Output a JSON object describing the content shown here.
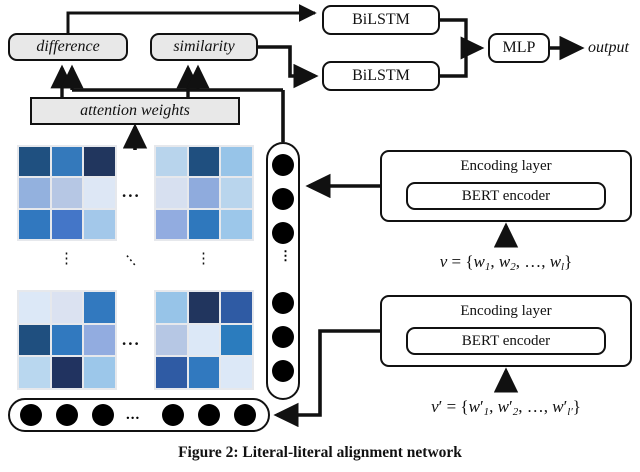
{
  "figure": {
    "caption": "Figure 2: Literal-literal alignment network"
  },
  "nodes": {
    "difference": "difference",
    "similarity": "similarity",
    "attention_weights": "attention weights",
    "bilstm_top": "BiLSTM",
    "bilstm_bottom": "BiLSTM",
    "mlp": "MLP",
    "output": "output"
  },
  "encoders": [
    {
      "title": "Encoding layer",
      "inner": "BERT encoder"
    },
    {
      "title": "Encoding layer",
      "inner": "BERT encoder"
    }
  ],
  "formulas": {
    "top": "v = {w1, w2, …, wl}",
    "bottom": "v' = {w'1, w'2, …, w'l'}"
  },
  "ellipses": {
    "horizontal": "...",
    "vertical": "⋮",
    "diagonal": "⋱",
    "capsule": "..."
  },
  "colors": {
    "box_fill_gray": "#e8e8e8",
    "box_fill_white": "#ffffff",
    "stroke": "#111111",
    "grid_gap": "#e6e8ec"
  },
  "chart_data": {
    "type": "heatmap",
    "title": "attention weight matrices",
    "note": "Four 3x3 attention heat-map tiles (blue colormap) arranged in a 2x2 layout with ellipses indicating repetition.",
    "grids": [
      {
        "name": "top-left",
        "cells": [
          [
            "#1f5080",
            "#3479bb",
            "#21365e"
          ],
          [
            "#93b1de",
            "#b6c7e4",
            "#dde7f5"
          ],
          [
            "#3178bf",
            "#4476c8",
            "#a3c8ea"
          ]
        ]
      },
      {
        "name": "top-right",
        "cells": [
          [
            "#b8d4ec",
            "#1f4f7f",
            "#97c4e8"
          ],
          [
            "#d7e0f0",
            "#8fabdd",
            "#b9d5ed"
          ],
          [
            "#92ace0",
            "#2f78bd",
            "#9cc7ea"
          ]
        ]
      },
      {
        "name": "bottom-left",
        "cells": [
          [
            "#dce8f7",
            "#dbe2f1",
            "#3279bf"
          ],
          [
            "#1f4f7f",
            "#3179bf",
            "#92ace0"
          ],
          [
            "#b9d7ef",
            "#213360",
            "#9cc7ea"
          ]
        ]
      },
      {
        "name": "bottom-right",
        "cells": [
          [
            "#97c4e8",
            "#21355e",
            "#2f5ba4"
          ],
          [
            "#b6c7e4",
            "#dce8f7",
            "#2b7cbe"
          ],
          [
            "#2f5ba4",
            "#3179bf",
            "#dce8f7"
          ]
        ]
      }
    ]
  }
}
